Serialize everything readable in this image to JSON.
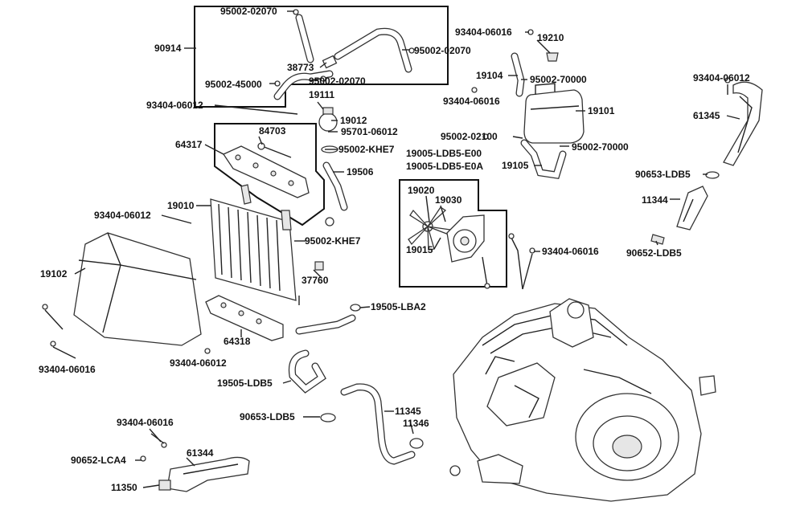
{
  "labels": {
    "l90914": "90914",
    "l95002_02070_a": "95002-02070",
    "l95002_02070_b": "95002-02070",
    "l95002_02070_c": "95002-02070",
    "l38773": "38773",
    "l95002_45000": "95002-45000",
    "l19111": "19111",
    "l93404_06012_a": "93404-06012",
    "l19012": "19012",
    "l95701_06012": "95701-06012",
    "l64317": "64317",
    "l84703": "84703",
    "l95002_khe7_a": "95002-KHE7",
    "l19506": "19506",
    "l19010": "19010",
    "l93404_06012_b": "93404-06012",
    "l95002_khe7_b": "95002-KHE7",
    "l37760": "37760",
    "l19102": "19102",
    "l64318": "64318",
    "l93404_06016_a": "93404-06016",
    "l93404_06012_c": "93404-06012",
    "l19505_lba2": "19505-LBA2",
    "l19505_ldb5": "19505-LDB5",
    "l93404_06016_b": "93404-06016",
    "l93404_06016_c": "93404-06016",
    "l19210": "19210",
    "l19104": "19104",
    "l95002_70000_a": "95002-70000",
    "l93404_06016_d": "93404-06016",
    "l19101": "19101",
    "l95002_02100": "95002-02100",
    "l95002_70000_b": "95002-70000",
    "l19105": "19105",
    "l19005_e00": "19005-LDB5-E00",
    "l19005_e0a": "19005-LDB5-E0A",
    "l19020": "19020",
    "l19030": "19030",
    "l19015": "19015",
    "l93404_06016_e": "93404-06016",
    "l93404_06012_d": "93404-06012",
    "l61345": "61345",
    "l90653_ldb5_a": "90653-LDB5",
    "l11344": "11344",
    "l90652_ldb5": "90652-LDB5",
    "l90653_ldb5_b": "90653-LDB5",
    "l11345": "11345",
    "l11346": "11346",
    "l90652_lca4": "90652-LCA4",
    "l61344": "61344",
    "l11350": "11350"
  }
}
